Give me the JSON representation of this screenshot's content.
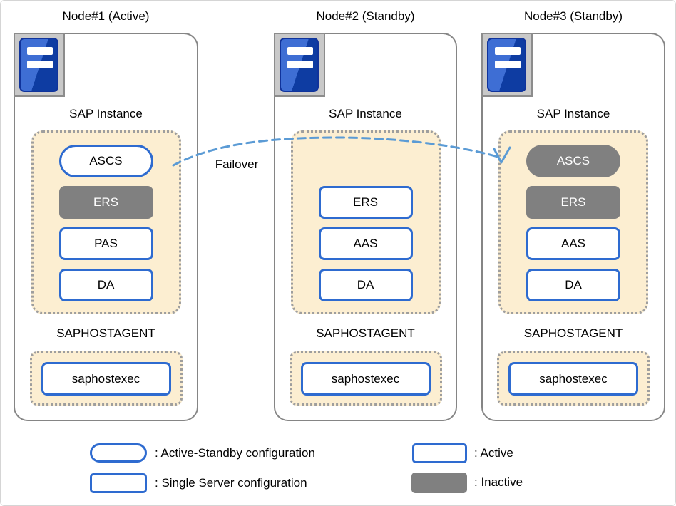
{
  "diagram": {
    "nodes": [
      {
        "title": "Node#1 (Active)",
        "instance_label": "SAP Instance",
        "agent_label": "SAPHOSTAGENT",
        "agent_component": "saphostexec",
        "components": [
          {
            "label": "ASCS",
            "shape": "pill",
            "state": "active"
          },
          {
            "label": "ERS",
            "shape": "rect",
            "state": "inactive"
          },
          {
            "label": "PAS",
            "shape": "rect",
            "state": "active"
          },
          {
            "label": "DA",
            "shape": "rect",
            "state": "active"
          }
        ]
      },
      {
        "title": "Node#2 (Standby)",
        "instance_label": "SAP Instance",
        "agent_label": "SAPHOSTAGENT",
        "agent_component": "saphostexec",
        "components": [
          {
            "label": "ERS",
            "shape": "rect",
            "state": "active"
          },
          {
            "label": "AAS",
            "shape": "rect",
            "state": "active"
          },
          {
            "label": "DA",
            "shape": "rect",
            "state": "active"
          }
        ]
      },
      {
        "title": "Node#3 (Standby)",
        "instance_label": "SAP Instance",
        "agent_label": "SAPHOSTAGENT",
        "agent_component": "saphostexec",
        "components": [
          {
            "label": "ASCS",
            "shape": "pill",
            "state": "inactive"
          },
          {
            "label": "ERS",
            "shape": "rect",
            "state": "inactive"
          },
          {
            "label": "AAS",
            "shape": "rect",
            "state": "active"
          },
          {
            "label": "DA",
            "shape": "rect",
            "state": "active"
          }
        ]
      }
    ],
    "failover_label": "Failover",
    "legend": [
      {
        "swatch": "pill-outline",
        "label": ": Active-Standby configuration"
      },
      {
        "swatch": "rect-outline",
        "label": ": Single Server configuration"
      },
      {
        "swatch": "rect-outline",
        "label": ": Active"
      },
      {
        "swatch": "rect-filled",
        "label": ": Inactive"
      }
    ],
    "colors": {
      "accent_blue": "#2e6bd0",
      "inactive_gray": "#808080",
      "instance_area_cream": "#fceed1",
      "failover_dash_blue": "#5b9bd5",
      "node_border_gray": "#858585"
    }
  }
}
